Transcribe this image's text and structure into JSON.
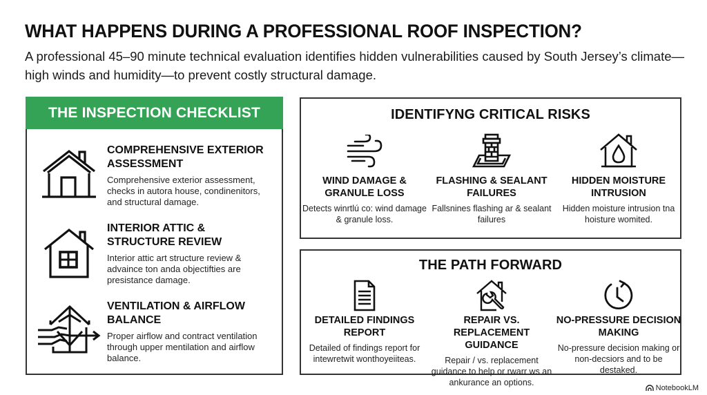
{
  "header": {
    "title": "WHAT HAPPENS DURING A PROFESSIONAL ROOF INSPECTION?",
    "subtitle": "A professional 45–90 minute technical evaluation identifies hidden vulnerabilities caused by South Jersey’s climate—high winds and humidity—to prevent costly structural damage."
  },
  "checklist": {
    "title": "THE INSPECTION CHECKLIST",
    "accent_color": "#34a356",
    "items": [
      {
        "icon": "house-icon",
        "heading": "Comprehensive Exterior Assessment",
        "description": "Comprehensive exterior assessment, checks in autora house, condinenitors, and structural damage."
      },
      {
        "icon": "house-window-icon",
        "heading": "Interior Attic & Structure Review",
        "description": "Interior attic art structure review & advaince ton anda objectifties are presistance damage."
      },
      {
        "icon": "ventilation-airflow-icon",
        "heading": "Ventilation & Airflow Balance",
        "description": "Proper airflow and contract ventilation through upper mentilation and airflow balance."
      }
    ]
  },
  "risks": {
    "title": "IDENTIFYNG CRITICAL RISKS",
    "items": [
      {
        "icon": "wind-icon",
        "heading": "Wind Damage & Granule Loss",
        "description": "Detects winrtlú co: wind damage & granule loss."
      },
      {
        "icon": "chimney-flashing-icon",
        "heading": "Flashing & Sealant Failures",
        "description": "Fallsnines flashing ar & sealant failures"
      },
      {
        "icon": "house-water-drop-icon",
        "heading": "Hidden Moisture Intrusion",
        "description": "Hidden moisture intrusion tna hoisture womited."
      }
    ]
  },
  "path_forward": {
    "title": "THE PATH FORWARD",
    "items": [
      {
        "icon": "document-icon",
        "heading": "Detailed Findings Report",
        "description": "Detailed of findings report for intewretwit wonthoyeiiteas."
      },
      {
        "icon": "house-wrench-icon",
        "heading": "Repair vs. Replacement Guidance",
        "description": "Repair / vs. replacement guidance to help or rwarr ws an ankurance an options."
      },
      {
        "icon": "clock-refresh-icon",
        "heading": "No-Pressure Decision Making",
        "description": "No-pressure decision making or non-decsiors and to be destaked."
      }
    ]
  },
  "watermark": {
    "label": "NotebookLM",
    "icon": "notebooklm-logo-icon"
  }
}
